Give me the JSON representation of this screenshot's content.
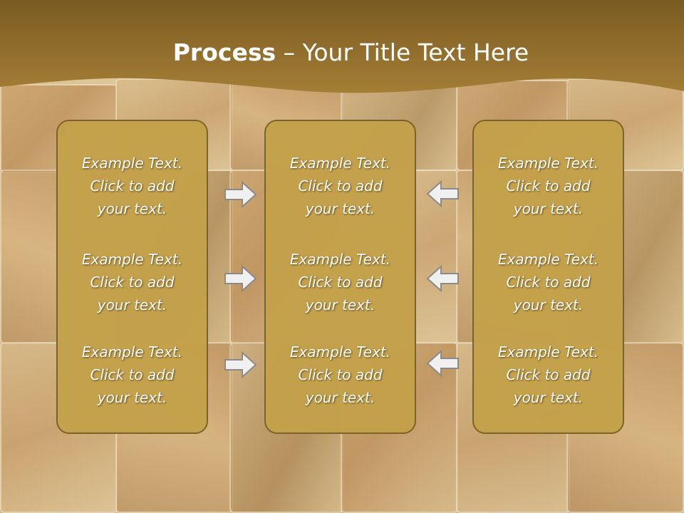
{
  "title": {
    "bold": "Process",
    "rest": " – Your Title Text Here"
  },
  "colors": {
    "header_band": "#8b6a2a",
    "box_fill": "#c4a14b",
    "box_border": "#7a6326",
    "arrow_fill": "#f0f0f0",
    "arrow_stroke": "#8a8a8a",
    "text": "#ffffff"
  },
  "columns": [
    {
      "items": [
        {
          "line1": "Example Text.",
          "line2": "Click  to add",
          "line3": "your text."
        },
        {
          "line1": "Example Text.",
          "line2": "Click  to add",
          "line3": "your text."
        },
        {
          "line1": "Example Text.",
          "line2": "Click  to add",
          "line3": "your text."
        }
      ]
    },
    {
      "items": [
        {
          "line1": "Example Text.",
          "line2": "Click  to add",
          "line3": "your text."
        },
        {
          "line1": "Example Text.",
          "line2": "Click  to add",
          "line3": "your text."
        },
        {
          "line1": "Example Text.",
          "line2": "Click  to add",
          "line3": "your text."
        }
      ]
    },
    {
      "items": [
        {
          "line1": "Example Text.",
          "line2": "Click  to add",
          "line3": "your text."
        },
        {
          "line1": "Example Text.",
          "line2": "Click  to add",
          "line3": "your text."
        },
        {
          "line1": "Example Text.",
          "line2": "Click  to add",
          "line3": "your text."
        }
      ]
    }
  ],
  "arrows": {
    "left_to_middle": "arrow-right-icon",
    "right_to_middle": "arrow-left-icon"
  }
}
